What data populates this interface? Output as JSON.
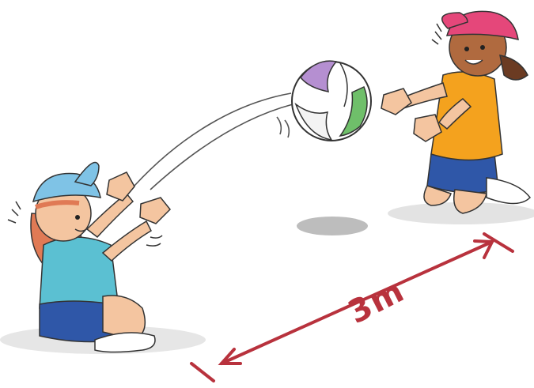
{
  "scene": {
    "distance_label": "3m",
    "colors": {
      "arrow": "#b8323d",
      "girl_left_cap": "#7fc3e6",
      "girl_left_shirt": "#5bc0d2",
      "girl_left_shorts": "#2f57a8",
      "girl_right_cap": "#e5477a",
      "girl_right_shirt": "#f4a21e",
      "girl_right_shorts": "#2f57a8",
      "ball_green": "#6fbf6a",
      "ball_purple": "#b58fd1",
      "skin": "#f4c5a0",
      "shadow": "#c9c9c9"
    },
    "icons": [
      "girl-left",
      "girl-right",
      "volleyball",
      "distance-arrow"
    ]
  }
}
